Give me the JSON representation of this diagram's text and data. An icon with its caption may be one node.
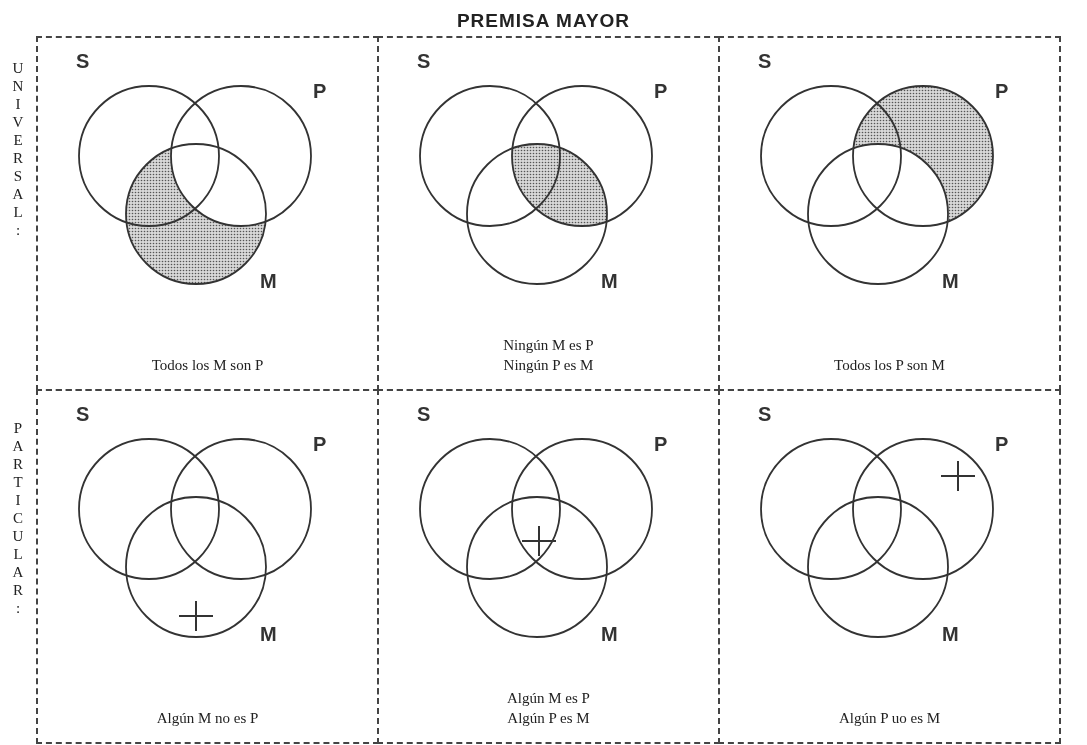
{
  "diagram": {
    "title": "PREMISA MAYOR",
    "nodes": [
      {
        "text": [
          "Todos los M son P"
        ]
      },
      {
        "text": [],
        "shape": "circle",
        "in": 0,
        "beside": [
          "S"
        ]
      },
      {
        "text": [],
        "shape": "circle",
        "in": 0,
        "beside": [
          "P"
        ]
      },
      {
        "text": [],
        "shape": "circle",
        "in": 0,
        "beside": [
          "M"
        ]
      },
      {
        "text": [
          "Ningún M es P",
          "Ningún P es M"
        ]
      },
      {
        "text": [],
        "shape": "circle",
        "in": 4,
        "beside": [
          "S"
        ]
      },
      {
        "text": [],
        "shape": "circle",
        "in": 4,
        "beside": [
          "P"
        ]
      },
      {
        "text": [],
        "shape": "circle",
        "in": 4,
        "beside": [
          "M"
        ]
      },
      {
        "text": [
          "Todos los P son M"
        ]
      },
      {
        "text": [],
        "shape": "circle",
        "in": 8,
        "beside": [
          "S"
        ]
      },
      {
        "text": [],
        "shape": "circle",
        "in": 8,
        "beside": [
          "P"
        ]
      },
      {
        "text": [],
        "shape": "circle",
        "in": 8,
        "beside": [
          "M"
        ]
      },
      {
        "text": [
          "Algún M no es P"
        ]
      },
      {
        "text": [],
        "shape": "circle",
        "in": 12,
        "beside": [
          "S"
        ]
      },
      {
        "text": [],
        "shape": "circle",
        "in": 12,
        "beside": [
          "P"
        ]
      },
      {
        "text": [],
        "shape": "circle",
        "in": 12,
        "beside": [
          "M"
        ]
      },
      {
        "text": [
          "Algún M es P",
          "Algún P es M"
        ]
      },
      {
        "text": [],
        "shape": "circle",
        "in": 16,
        "beside": [
          "S"
        ]
      },
      {
        "text": [],
        "shape": "circle",
        "in": 16,
        "beside": [
          "P"
        ]
      },
      {
        "text": [],
        "shape": "circle",
        "in": 16,
        "beside": [
          "M"
        ]
      },
      {
        "text": [
          "Algún P uo es M"
        ]
      },
      {
        "text": [],
        "shape": "circle",
        "in": 20,
        "beside": [
          "S"
        ]
      },
      {
        "text": [],
        "shape": "circle",
        "in": 20,
        "beside": [
          "P"
        ]
      },
      {
        "text": [],
        "shape": "circle",
        "in": 20,
        "beside": [
          "M"
        ]
      }
    ],
    "labels": [
      "UNIVERSAL:",
      "PARTICULAR:"
    ]
  }
}
